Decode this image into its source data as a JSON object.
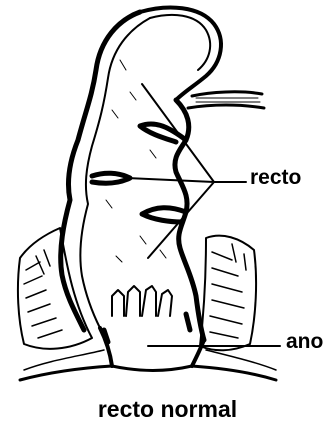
{
  "labels": {
    "recto": "recto",
    "ano": "ano"
  },
  "caption": "recto normal",
  "colors": {
    "ink": "#000000",
    "background": "#ffffff"
  }
}
